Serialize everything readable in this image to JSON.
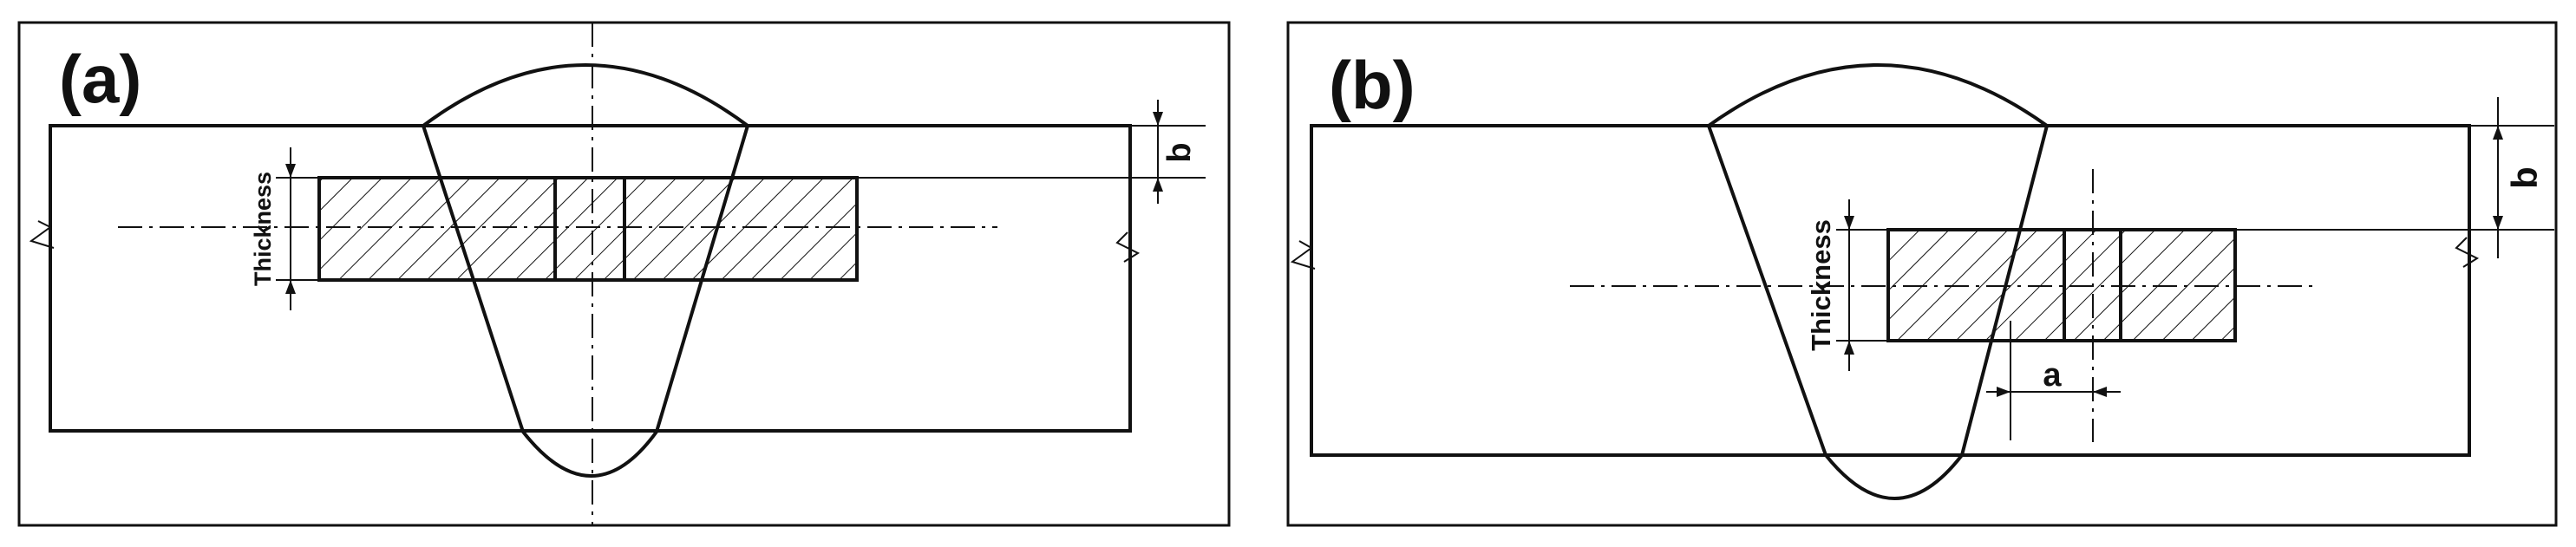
{
  "panels": [
    {
      "label": "(a)",
      "thickness_label": "Thickness",
      "b_label": "b"
    },
    {
      "label": "(b)",
      "thickness_label": "Thickness",
      "a_label": "a",
      "b_label": "b"
    }
  ],
  "colors": {
    "stroke": "#111111",
    "background": "#ffffff"
  }
}
